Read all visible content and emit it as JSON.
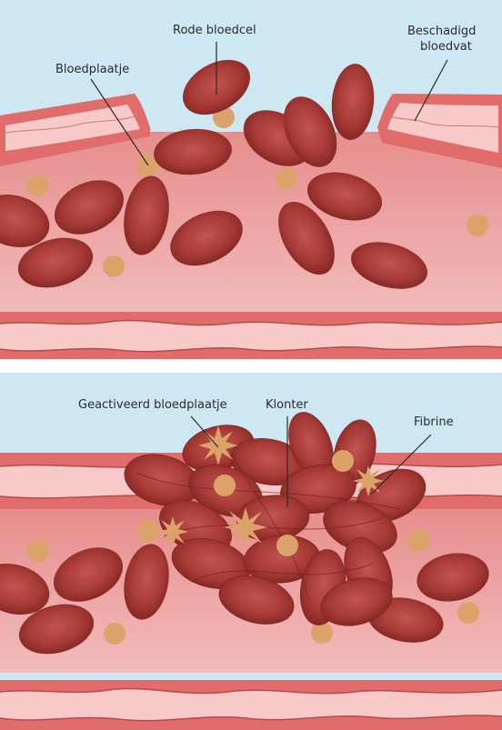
{
  "top_panel": {
    "labels": {
      "platelet": "Bloedplaatje",
      "red_cell": "Rode bloedcel",
      "damaged_vessel_line1": "Beschadigd",
      "damaged_vessel_line2": "bloedvat"
    }
  },
  "bottom_panel": {
    "labels": {
      "activated_platelet": "Geactiveerd bloedplaatje",
      "clot": "Klonter",
      "fibrin": "Fibrine"
    }
  },
  "colors": {
    "background_blue": "#cde8f3",
    "vessel_wall_outer": "#e06d6b",
    "vessel_wall_inner": "#f7c9c9",
    "vessel_lumen": "#eea0a0",
    "red_cell": "#a63a36",
    "red_cell_dark": "#7d2320",
    "platelet": "#dba26a",
    "leader_line": "#2b2b2b"
  }
}
